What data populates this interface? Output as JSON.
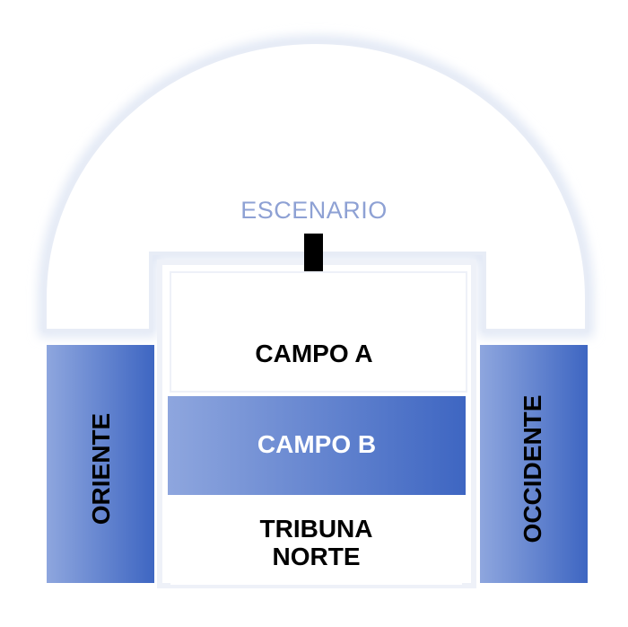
{
  "map": {
    "stage_label": "ESCENARIO",
    "sections": {
      "campo_a": "CAMPO A",
      "campo_b": "CAMPO B",
      "tribuna_norte_line1": "TRIBUNA",
      "tribuna_norte_line2": "NORTE",
      "oriente": "ORIENTE",
      "occidente": "OCCIDENTE"
    }
  },
  "colors": {
    "stage_label": "#8ea1d4",
    "section_blue_light": "#8ea6de",
    "section_blue_dark": "#3e66c2",
    "text_dark": "#000000",
    "text_light": "#ffffff",
    "arena_outline": "#e7ecf6",
    "stage_black": "#000000"
  }
}
